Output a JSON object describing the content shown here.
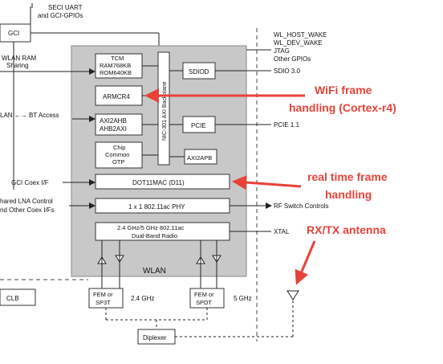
{
  "left_labels": {
    "seci": [
      "SECI UART",
      "and GCI-GPIOs"
    ],
    "gci": "GCI",
    "wlan_ram": [
      "WLAN RAM",
      "Sharing"
    ],
    "bt_access": "LAN ←→ BT Access",
    "gci_coex": "GCI Coex I/F",
    "lna": [
      "hared LNA Control",
      "nd Other Coex I/Fs"
    ],
    "clb": "CLB"
  },
  "blocks": {
    "tcm": [
      "TCM",
      "RAM768KB",
      "ROM640KB"
    ],
    "armcr4": "ARMCR4",
    "axi2ahb": [
      "AXI2AHB",
      "AHB2AXI"
    ],
    "chip": [
      "Chip",
      "Common",
      "OTP"
    ],
    "backplane": "NIC-301 AXI Backplane",
    "sdiod": "SDIOD",
    "pcie": "PCIE",
    "axi2apb": "AXI2APB",
    "dot11mac": "DOT11MAC (D11)",
    "phy": "1 x 1 802.11ac PHY",
    "radio": [
      "2.4 GHz/5 GHz 802.11ac",
      "Dual-Band Radio"
    ],
    "wlan": "WLAN",
    "fem24": [
      "FEM or",
      "SP3T"
    ],
    "fem5": [
      "FEM or",
      "SPDT"
    ],
    "band24": "2.4 GHz",
    "band5": "5 GHz",
    "diplexer": "Diplexer"
  },
  "right_labels": {
    "host": [
      "WL_HOST_WAKE",
      "WL_DEV_WAKE",
      "JTAG",
      "Other GPIOs"
    ],
    "sdio": "SDIO 3.0",
    "pcie": "PCIE 1.1",
    "rf": "RF Switch Controls",
    "xtal": "XTAL"
  },
  "annotations": {
    "wifi": [
      "WiFi frame",
      "handling (Cortex-r4)"
    ],
    "realtime": [
      "real time frame",
      "handling"
    ],
    "antenna": "RX/TX antenna"
  },
  "colors": {
    "annotation": "#e8423a",
    "wlan_fill": "#c8c8c8"
  }
}
